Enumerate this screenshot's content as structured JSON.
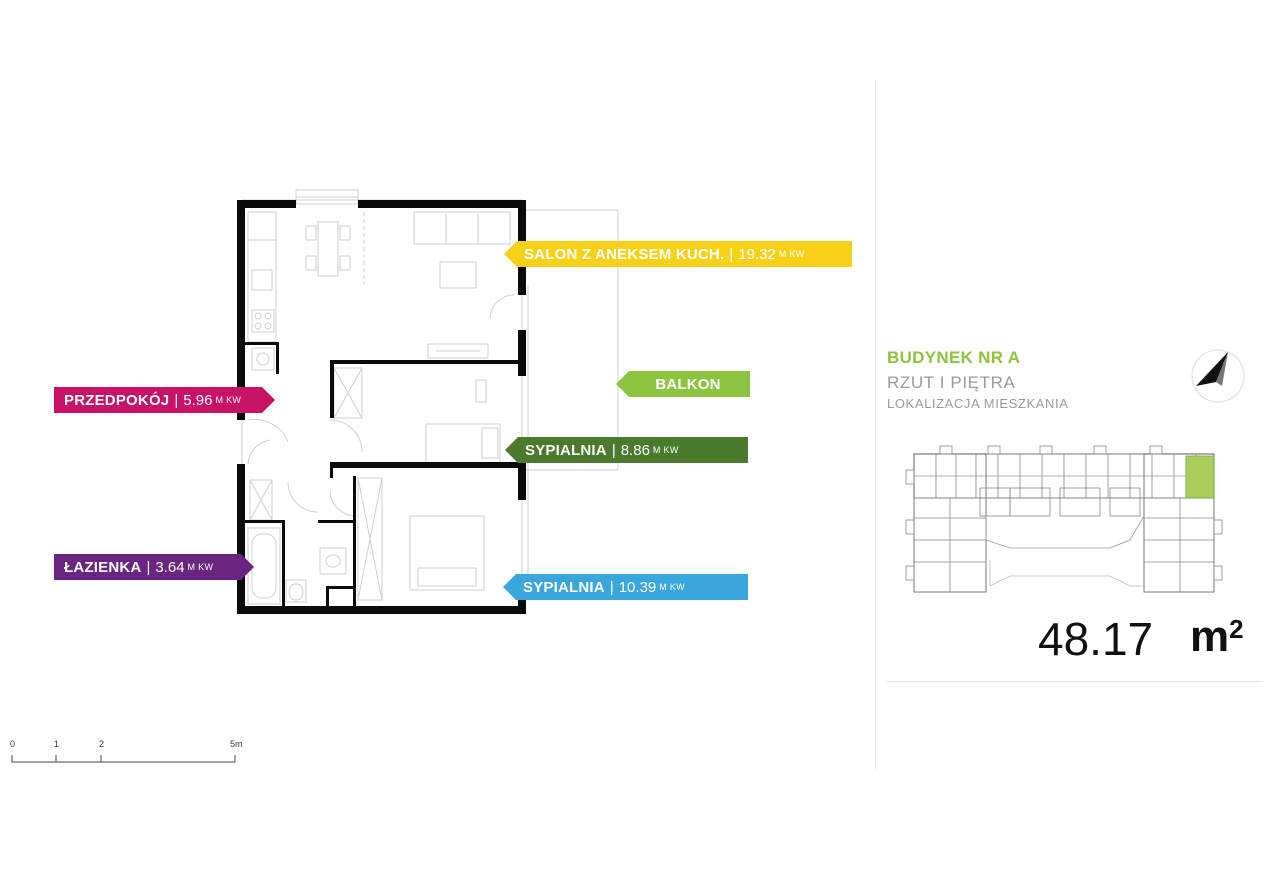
{
  "rooms": {
    "salon": {
      "name": "SALON Z ANEKSEM KUCH.",
      "area": "19.32",
      "unit": "M KW",
      "color": "#f7d117"
    },
    "balkon": {
      "name": "BALKON",
      "color": "#8cc43f"
    },
    "sypialnia1": {
      "name": "SYPIALNIA",
      "area": "8.86",
      "unit": "M KW",
      "color": "#4a7a2c"
    },
    "sypialnia2": {
      "name": "SYPIALNIA",
      "area": "10.39",
      "unit": "M KW",
      "color": "#3aa7dc"
    },
    "przedpokoj": {
      "name": "PRZEDPOKÓJ",
      "area": "5.96",
      "unit": "M KW",
      "color": "#c71266"
    },
    "lazienka": {
      "name": "ŁAZIENKA",
      "area": "3.64",
      "unit": "M KW",
      "color": "#6a2580"
    }
  },
  "separator": "|",
  "building": {
    "title": "BUDYNEK NR A",
    "floor": "RZUT I PIĘTRA",
    "location": "LOKALIZACJA MIESZKANIA",
    "highlight_color": "#a9cf5a"
  },
  "apartment": {
    "area": "48.17",
    "unit": "m",
    "unit_sup": "2"
  },
  "scale": {
    "labels": [
      "0",
      "1",
      "2",
      "5m"
    ]
  },
  "icons": {
    "compass": "north-arrow-icon"
  }
}
